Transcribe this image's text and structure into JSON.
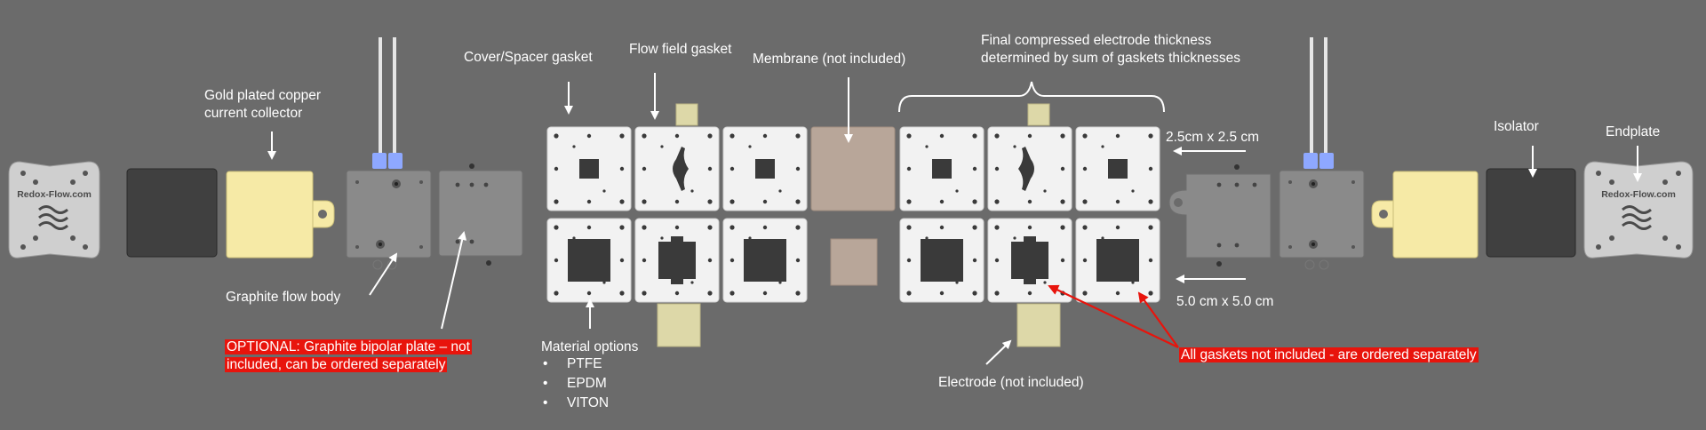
{
  "logo": {
    "text": "Redox-Flow.com"
  },
  "labels": {
    "gold_collector": [
      "Gold plated copper",
      "current collector"
    ],
    "cover_spacer": "Cover/Spacer gasket",
    "flow_field": "Flow field gasket",
    "membrane": "Membrane (not included)",
    "compressed": [
      "Final compressed electrode thickness",
      "determined by sum of gaskets thicknesses"
    ],
    "size_small": "2.5cm x 2.5 cm",
    "size_large": "5.0 cm x 5.0 cm",
    "isolator": "Isolator",
    "endplate": "Endplate",
    "graphite_body": "Graphite flow body",
    "optional": [
      "OPTIONAL: Graphite bipolar plate – not",
      "included, can be ordered separately"
    ],
    "material_title": "Material options",
    "materials": [
      "PTFE",
      "EPDM",
      "VITON"
    ],
    "electrode": "Electrode (not included)",
    "gaskets_note": "All gaskets not included -  are ordered separately"
  },
  "colors": {
    "background": "#6b6b6b",
    "gasket": "#f2f2f2",
    "gold": "#f6eaa6",
    "dark_block": "#404040",
    "graphite": "#8a8a8a",
    "membrane": "#b8a699",
    "felt": "#ddd8a8",
    "highlight": "#e8140c",
    "arrow_red": "#e8140c",
    "endplate": "#cfcfcf"
  }
}
